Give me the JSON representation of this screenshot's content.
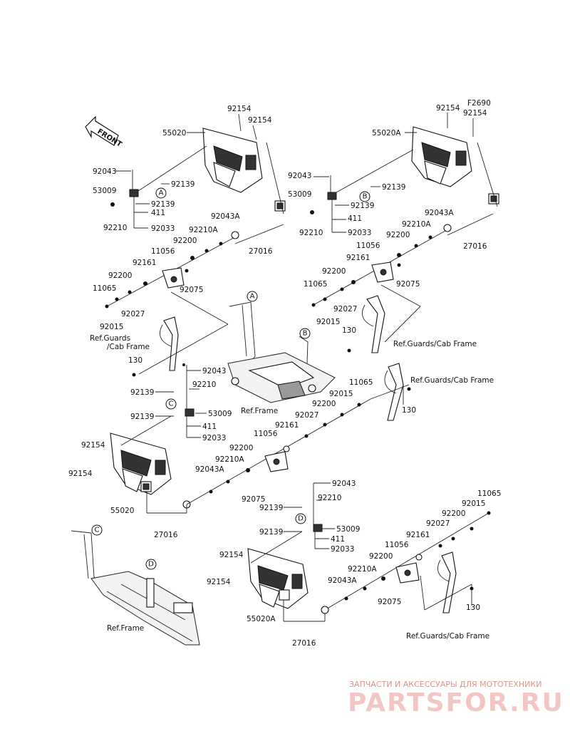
{
  "front_badge": "FRONT",
  "callouts": [
    "A",
    "B",
    "C",
    "D"
  ],
  "group_a": {
    "p92154_1": "92154",
    "p92154_2": "92154",
    "p55020": "55020",
    "p92043": "92043",
    "p53009": "53009",
    "p92139_1": "92139",
    "p92139_2": "92139",
    "p411": "411",
    "p92210": "92210",
    "p92033": "92033",
    "p92043a": "92043A",
    "p92210a": "92210A",
    "p92200_1": "92200",
    "p27016": "27016",
    "p11056": "11056",
    "p92161": "92161",
    "p92200_2": "92200",
    "p11065": "11065",
    "p92027": "92027",
    "p92075": "92075",
    "p92015": "92015",
    "ref_guards": "Ref.Guards",
    "ref_cab": "/Cab Frame",
    "p130": "130"
  },
  "group_b": {
    "f2690": "F2690",
    "p92154_1": "92154",
    "p92154_2": "92154",
    "p55020a": "55020A",
    "p92043": "92043",
    "p53009": "53009",
    "p92139_1": "92139",
    "p92139_2": "92139",
    "p411": "411",
    "p92210": "92210",
    "p92033": "92033",
    "p92043a": "92043A",
    "p92210a": "92210A",
    "p92200_1": "92200",
    "p27016": "27016",
    "p11056": "11056",
    "p92161": "92161",
    "p92200_2": "92200",
    "p11065": "11065",
    "p92027": "92027",
    "p92075": "92075",
    "p92015": "92015",
    "p130": "130",
    "ref_guards": "Ref.Guards/Cab Frame"
  },
  "center": {
    "ref_frame": "Ref.Frame"
  },
  "group_c": {
    "p92043": "92043",
    "p92210": "92210",
    "p92139_1": "92139",
    "p53009": "53009",
    "p92139_2": "92139",
    "p411": "411",
    "p92033": "92033",
    "p92154_1": "92154",
    "p92154_2": "92154",
    "p55020": "55020",
    "p27016": "27016",
    "p92043a": "92043A",
    "p92210a": "92210A",
    "p92200_1": "92200",
    "p11056": "11056",
    "p92161": "92161",
    "p92027": "92027",
    "p92200_2": "92200",
    "p92015": "92015",
    "p11065": "11065",
    "p92075": "92075",
    "ref_guards": "Ref.Guards/Cab Frame",
    "p130": "130"
  },
  "group_d": {
    "p92043": "92043",
    "p92210": "92210",
    "p92139_1": "92139",
    "p53009": "53009",
    "p92139_2": "92139",
    "p411": "411",
    "p92033": "92033",
    "p92154_1": "92154",
    "p92154_2": "92154",
    "p55020a": "55020A",
    "p27016": "27016",
    "p92043a": "92043A",
    "p92210a": "92210A",
    "p92200_1": "92200",
    "p11056": "11056",
    "p92161": "92161",
    "p92027": "92027",
    "p92200_2": "92200",
    "p92015": "92015",
    "p11065": "11065",
    "p92075": "92075",
    "p130": "130",
    "ref_guards": "Ref.Guards/Cab Frame"
  },
  "bottom_left": {
    "ref_frame": "Ref.Frame"
  },
  "watermark": {
    "tagline": "ЗАПЧАСТИ И АКСЕССУАРЫ ДЛЯ МОТОТЕХНИКИ",
    "logo": "PARTSFOR.RU"
  },
  "colors": {
    "line": "#222222",
    "watermark": "#d33a2c"
  }
}
